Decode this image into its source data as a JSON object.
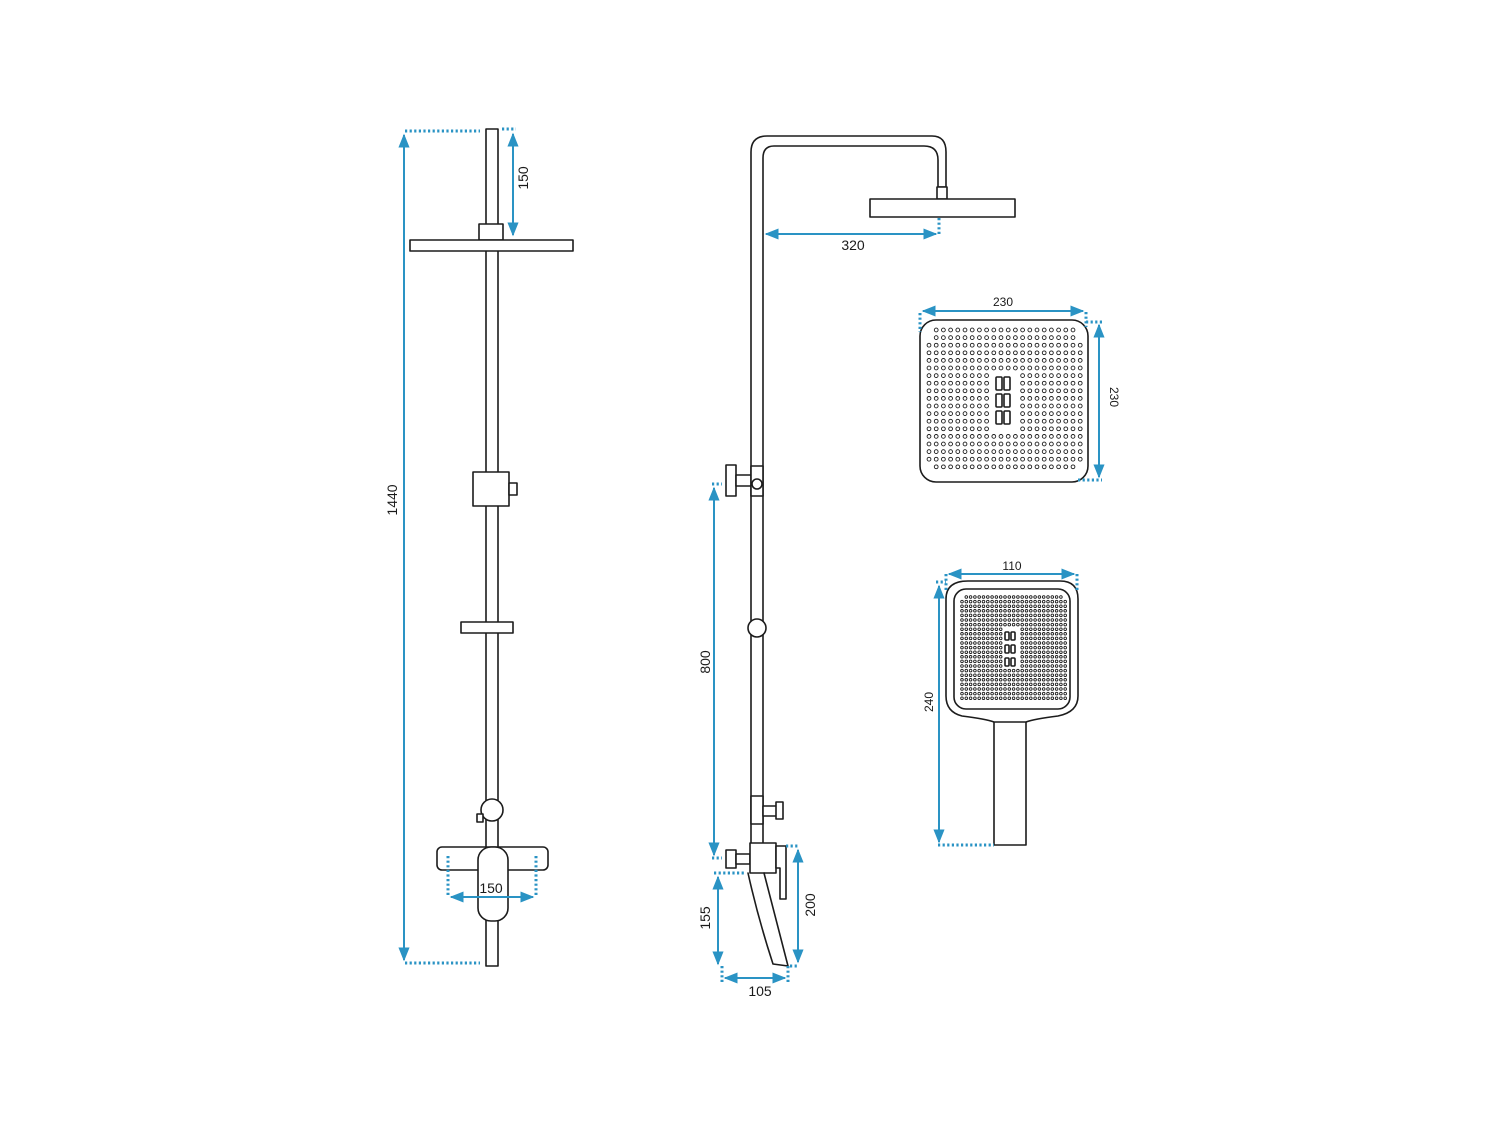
{
  "front_view": {
    "height_total": "1440",
    "head_offset": "150",
    "mixer_width": "150"
  },
  "side_view": {
    "arm_reach": "320",
    "handshower_height": "800",
    "spout_drop": "155",
    "mixer_height": "200",
    "spout_projection": "105"
  },
  "overhead_shower": {
    "width": "230",
    "depth": "230"
  },
  "hand_shower": {
    "width": "110",
    "length": "240"
  },
  "colors": {
    "outline": "#1c1c1c",
    "dimension": "#2a93c4"
  }
}
